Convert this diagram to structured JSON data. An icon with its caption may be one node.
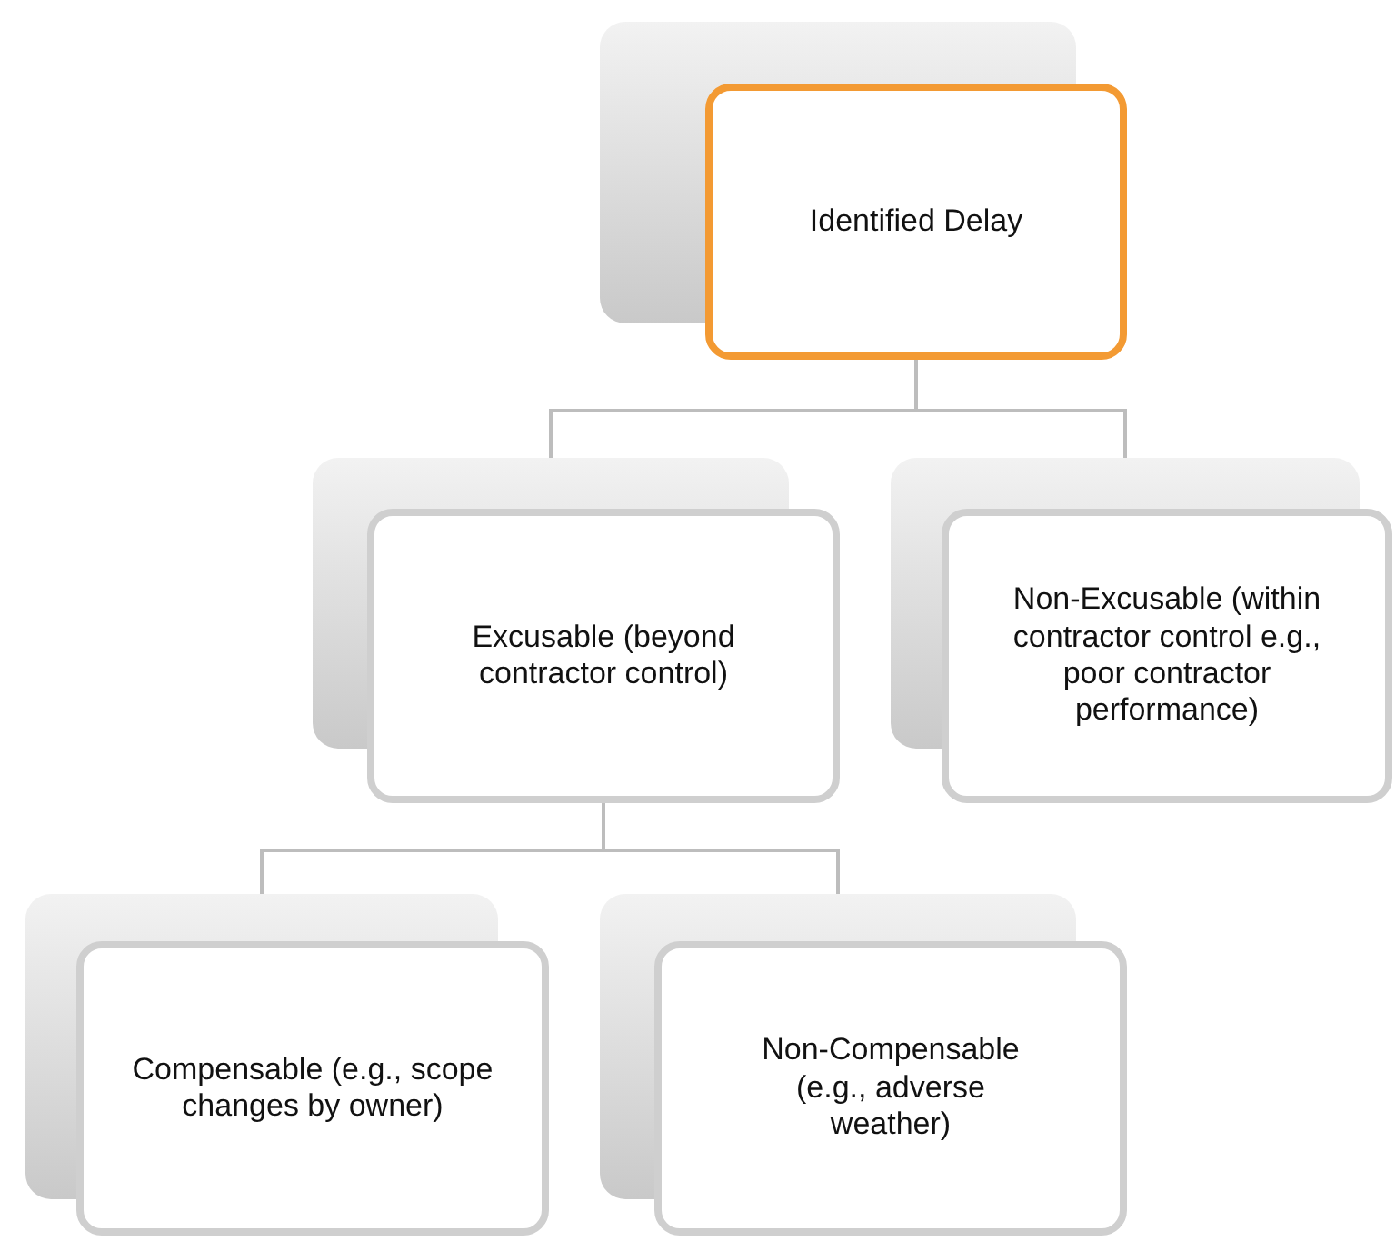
{
  "diagram": {
    "nodes": [
      {
        "text": [
          "Identified Delay"
        ]
      },
      {
        "text": [
          "Excusable (beyond contractor control)"
        ]
      },
      {
        "text": [
          "Non-Excusable (within contractor control e.g., poor contractor performance)"
        ]
      },
      {
        "text": [
          "Compensable (e.g., scope changes by owner)"
        ]
      },
      {
        "text": [
          "Non-Compensable (e.g., adverse weather)"
        ]
      }
    ],
    "edges": [
      {
        "from": 0,
        "to": 1,
        "arrow": "none"
      },
      {
        "from": 0,
        "to": 2,
        "arrow": "none"
      },
      {
        "from": 1,
        "to": 3,
        "arrow": "none"
      },
      {
        "from": 1,
        "to": 4,
        "arrow": "none"
      }
    ]
  }
}
